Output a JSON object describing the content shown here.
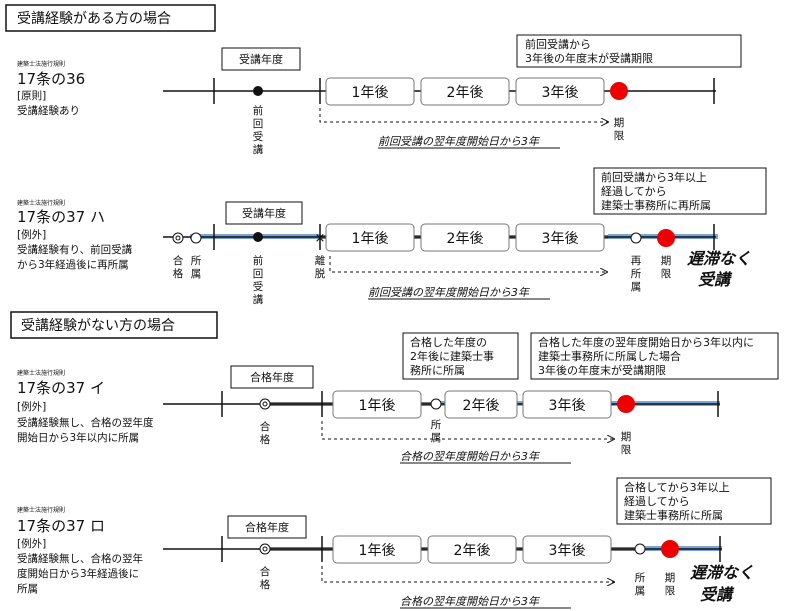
{
  "section_with": "受講経験がある方の場合",
  "section_without": "受講経験がない方の場合",
  "rule_ref": "建築士法施行規則",
  "rows": [
    {
      "article": "17条の36",
      "category": "[原則]",
      "desc": [
        "受講経験あり"
      ],
      "year_box": "受講年度",
      "years": [
        "1年後",
        "2年後",
        "3年後"
      ],
      "start_label": "前回受講",
      "deadline_label": "期限",
      "callout": [
        "前回受講から",
        "3年後の年度末が受講期限"
      ],
      "span_note": "前回受講の翌年度開始日から3年"
    },
    {
      "article": "17条の37 ハ",
      "category": "[例外]",
      "desc": [
        "受講経験有り、前回受講",
        "から3年経過後に再所属"
      ],
      "year_box": "受講年度",
      "years": [
        "1年後",
        "2年後",
        "3年後"
      ],
      "pass_label": "合格",
      "affil_label": "所属",
      "start_label": "前回受講",
      "leave_label": "離脱",
      "reaffil_label": "再所属",
      "deadline_label": "期限",
      "callout": [
        "前回受講から3年以上",
        "経過してから",
        "建築士事務所に再所属"
      ],
      "span_note": "前回受講の翌年度開始日から3年",
      "big_note": [
        "遅滞なく",
        "受講"
      ]
    },
    {
      "article": "17条の37 イ",
      "category": "[例外]",
      "desc": [
        "受講経験無し、合格の翌年度",
        "開始日から3年以内に所属"
      ],
      "year_box": "合格年度",
      "years": [
        "1年後",
        "2年後",
        "3年後"
      ],
      "pass_label": "合格",
      "affil_label": "所属",
      "deadline_label": "期限",
      "callout_left": [
        "合格した年度の",
        "2年後に建築士事",
        "務所に所属"
      ],
      "callout": [
        "合格した年度の翌年度開始日から3年以内に",
        "建築士事務所に所属した場合",
        "3年後の年度末が受講期限"
      ],
      "span_note": "合格の翌年度開始日から3年"
    },
    {
      "article": "17条の37 ロ",
      "category": "[例外]",
      "desc": [
        "受講経験無し、合格の翌年",
        "度開始日から3年経過後に",
        "所属"
      ],
      "year_box": "合格年度",
      "years": [
        "1年後",
        "2年後",
        "3年後"
      ],
      "pass_label": "合格",
      "affil_label": "所属",
      "deadline_label": "期限",
      "callout": [
        "合格してから3年以上",
        "経過してから",
        "建築士事務所に所属"
      ],
      "span_note": "合格の翌年度開始日から3年",
      "big_note": [
        "遅滞なく",
        "受講"
      ]
    }
  ]
}
